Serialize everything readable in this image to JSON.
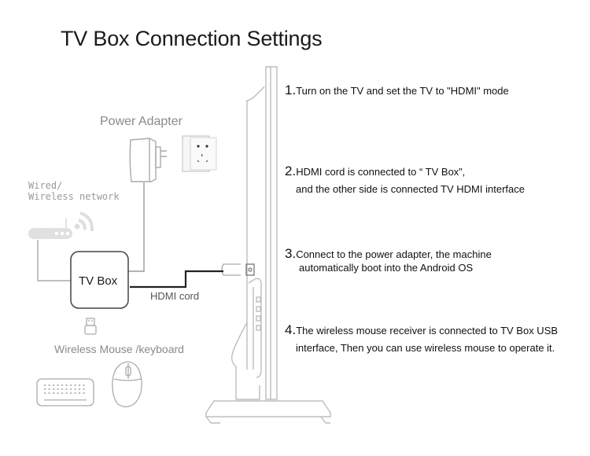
{
  "title": "TV Box Connection Settings",
  "labels": {
    "power_adapter": "Power Adapter",
    "network_line1": "Wired/",
    "network_line2": "Wireless network",
    "tv_box": "TV Box",
    "hdmi_cord": "HDMI cord",
    "mouse_keyboard": "Wireless Mouse /keyboard"
  },
  "steps": [
    {
      "number": "1.",
      "line1": "Turn on the TV and set the TV to \"HDMI\" mode",
      "line2": ""
    },
    {
      "number": "2.",
      "line1": "HDMI cord is connected to “ TV Box”,",
      "line2": "and the other side is connected TV HDMI interface"
    },
    {
      "number": "3.",
      "line1": "Connect to the power adapter, the machine",
      "line2": "automatically boot into the Android OS"
    },
    {
      "number": "4.",
      "line1": "The wireless mouse receiver is connected to TV  Box USB",
      "line2": "interface, Then you can use wireless mouse to operate it."
    }
  ],
  "icons": [
    "power-adapter-icon",
    "wall-socket-icon",
    "router-icon",
    "wifi-signal-icon",
    "tv-box-icon",
    "usb-receiver-icon",
    "keyboard-icon",
    "mouse-icon",
    "tv-side-view-icon",
    "hdmi-plug-icon"
  ],
  "colors": {
    "text": "#111111",
    "label_gray": "#8a8a8a",
    "line_gray": "#b5b5b5",
    "cable_dark": "#222222"
  }
}
